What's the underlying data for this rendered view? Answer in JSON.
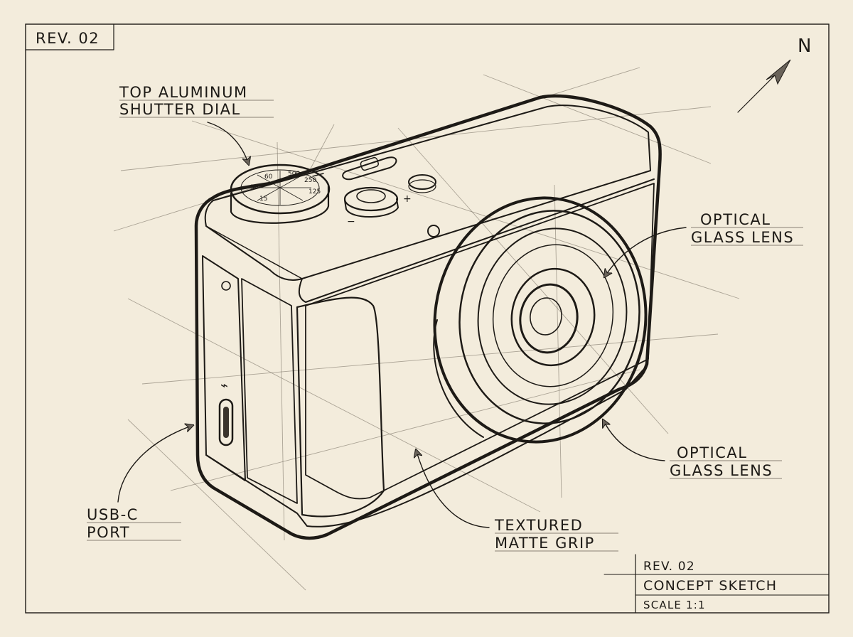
{
  "colors": {
    "paper": "#f3ecdc",
    "ink": "#1d1a16",
    "faint_ink": "#6f675b",
    "shade": "#c9c0ad"
  },
  "revision_corner": "REV. 02",
  "compass": {
    "label": "N"
  },
  "callouts": {
    "shutter_dial": {
      "line1": "TOP ALUMINUM",
      "line2": "SHUTTER DIAL"
    },
    "lens_top": {
      "line1": "OPTICAL",
      "line2": "GLASS LENS"
    },
    "lens_bottom": {
      "line1": "OPTICAL",
      "line2": "GLASS LENS"
    },
    "usb": {
      "line1": "USB-C",
      "line2": "PORT"
    },
    "grip": {
      "line1": "TEXTURED",
      "line2": "MATTE GRIP"
    }
  },
  "title_block": {
    "revision": "REV. 02",
    "title": "CONCEPT SKETCH",
    "scale": "SCALE 1:1"
  }
}
